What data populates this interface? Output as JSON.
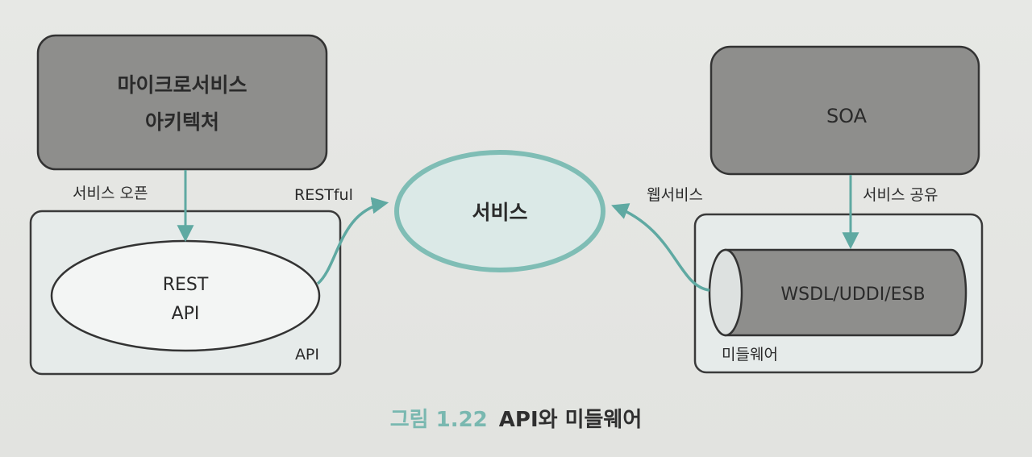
{
  "nodes": {
    "microservices": {
      "line1": "마이크로서비스",
      "line2": "아키텍처"
    },
    "soa": {
      "label": "SOA"
    },
    "service": {
      "label": "서비스"
    },
    "rest_api": {
      "line1": "REST",
      "line2": "API"
    },
    "middleware_cylinder": {
      "label": "WSDL/UDDI/ESB"
    }
  },
  "containers": {
    "api": {
      "label": "API"
    },
    "middleware": {
      "label": "미들웨어"
    }
  },
  "edges": {
    "service_open": {
      "label": "서비스 오픈"
    },
    "restful": {
      "label": "RESTful"
    },
    "web_service": {
      "label": "웹서비스"
    },
    "service_share": {
      "label": "서비스 공유"
    }
  },
  "caption": {
    "figure": "그림 1.22",
    "title": "API와 미들웨어"
  },
  "colors": {
    "teal": "#5fa9a2",
    "dark_box": "#8e8e8c",
    "light_teal": "#dbe9e7",
    "caption_teal": "#79b8b0"
  }
}
